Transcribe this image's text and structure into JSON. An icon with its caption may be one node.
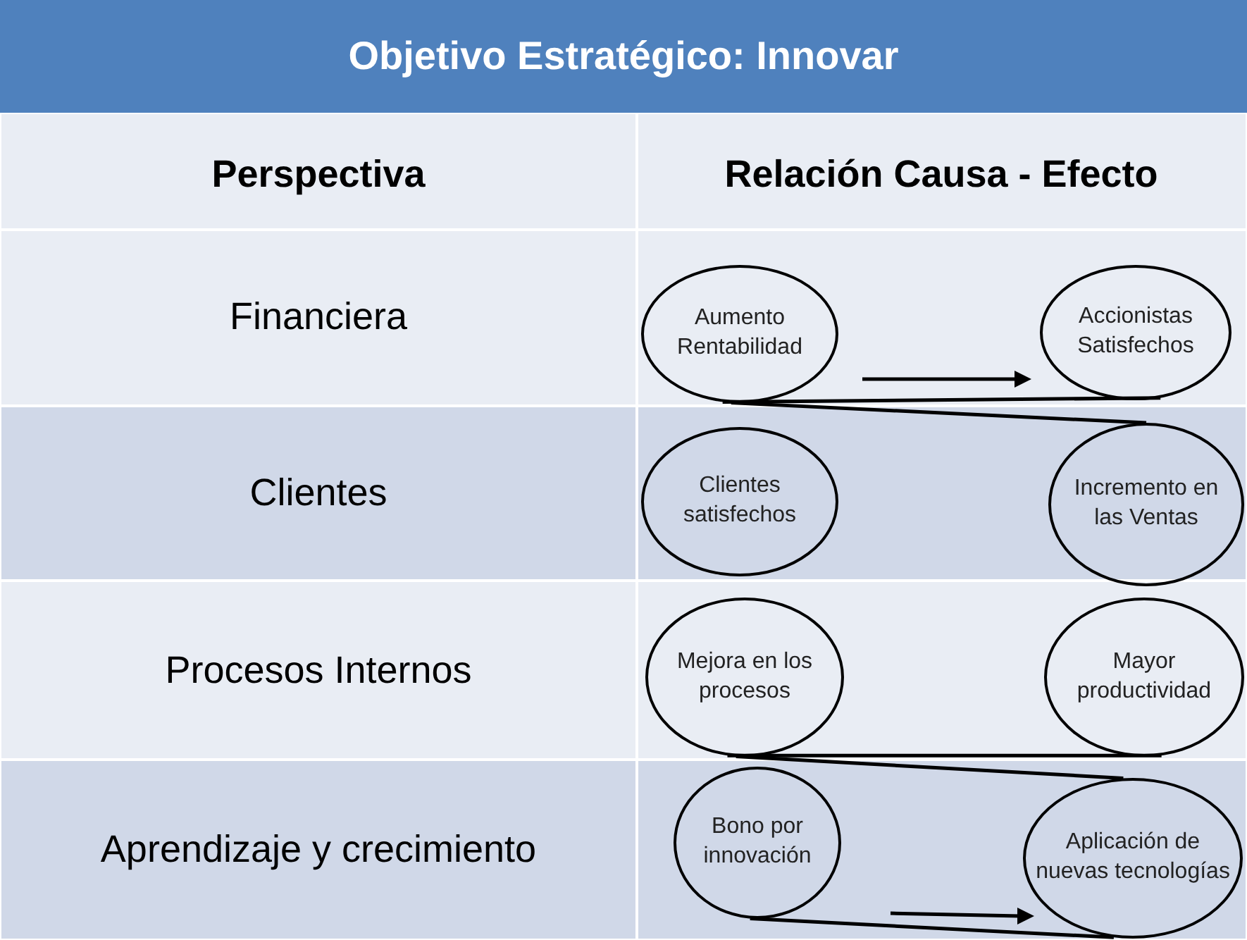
{
  "diagram": {
    "title": "Objetivo Estratégico: Innovar",
    "nodes": [
      {
        "text": [
          "Aumento Rentabilidad"
        ]
      },
      {
        "text": [
          "Accionistas Satisfechos"
        ]
      },
      {
        "text": [
          "Clientes satisfechos"
        ]
      },
      {
        "text": [
          "Incremento en las Ventas"
        ]
      },
      {
        "text": [
          "Mejora en los procesos"
        ]
      },
      {
        "text": [
          "Mayor productividad"
        ]
      },
      {
        "text": [
          "Bono por innovación"
        ]
      },
      {
        "text": [
          "Aplicación de nuevas tecnologías"
        ]
      }
    ],
    "edges": [
      {
        "from": 0,
        "to": 1,
        "arrow": "none"
      },
      {
        "from": 0,
        "to": 3,
        "arrow": "none"
      },
      {
        "from": 4,
        "to": 5,
        "arrow": "none"
      },
      {
        "from": 4,
        "to": 7,
        "arrow": "none"
      },
      {
        "from": 6,
        "to": 7,
        "arrow": "none"
      }
    ],
    "labels": [
      "Perspectiva",
      "Relación Causa - Efecto",
      "Financiera",
      "Clientes",
      "Procesos Internos",
      "Aprendizaje y crecimiento"
    ]
  }
}
